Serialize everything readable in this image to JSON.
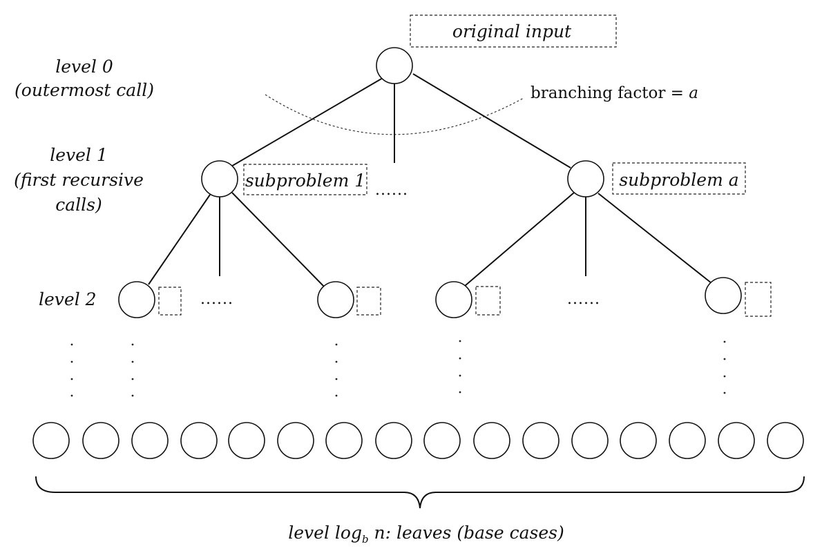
{
  "levels": {
    "level0": {
      "line1": "level 0",
      "line2": "(outermost call)"
    },
    "level1": {
      "line1": "level 1",
      "line2": "(first recursive",
      "line3": "calls)"
    },
    "level2": {
      "line1": "level 2"
    }
  },
  "boxes": {
    "original_input": "original input",
    "subproblem_1": "subproblem 1",
    "subproblem_a": "subproblem a"
  },
  "branching": {
    "text": "branching factor = ",
    "variable": "a"
  },
  "ellipsis": "......",
  "bottom_label": {
    "prefix": "level log",
    "subscript": "b",
    "suffix": " n: leaves (base cases)"
  }
}
